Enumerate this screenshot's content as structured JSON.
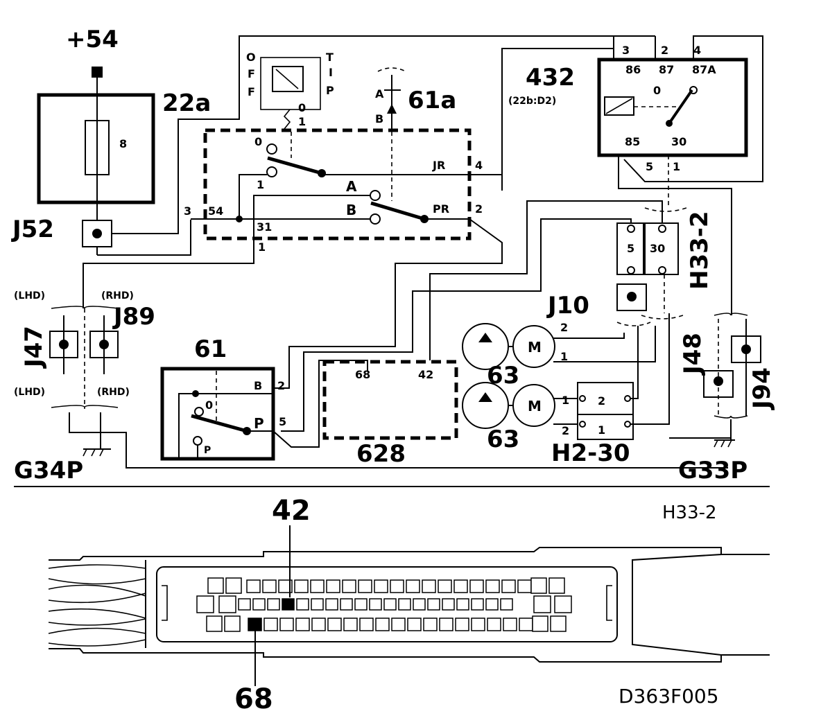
{
  "labels": {
    "plus54": "+54",
    "fuse_box": "22a",
    "fuse_value": "8",
    "j52": "J52",
    "switch_off": "O\nF\nF",
    "switch_tip": "T\nI\nP",
    "switch_0": "0",
    "switch_1": "1",
    "sw_pos_0": "0",
    "sw_pos_1": "1",
    "jr": "JR",
    "jr_pin": "4",
    "pr": "PR",
    "pr_pin": "2",
    "pin_3": "3",
    "pin_54": "54",
    "pin_31": "31",
    "pin_1": "1",
    "a_label": "A",
    "b_label": "B",
    "conn61a_a": "A",
    "conn61a_b": "B",
    "c61a": "61a",
    "relay_id": "432",
    "relay_ref": "(22b:D2)",
    "relay_pin_3": "3",
    "relay_pin_2": "2",
    "relay_pin_4": "4",
    "relay_86": "86",
    "relay_87": "87",
    "relay_87a": "87A",
    "relay_0": "0",
    "relay_85": "85",
    "relay_30": "30",
    "relay_pin_5": "5",
    "relay_pin_1": "1",
    "h33_2_vertical": "H33-2",
    "h33_5": "5",
    "h33_30": "30",
    "j10": "J10",
    "lhd": "(LHD)",
    "rhd": "(RHD)",
    "lhd2": "(LHD)",
    "rhd2": "(RHD)",
    "j47": "J47",
    "j89": "J89",
    "c61": "61",
    "c61_b": "B",
    "c61_b_pin": "2",
    "c61_0": "0",
    "c61_p": "P",
    "c61_p_pin": "5",
    "c61_p2": "P",
    "ecu_68": "68",
    "ecu_42": "42",
    "ecu_id": "628",
    "motor_m1": "M",
    "motor_m2": "M",
    "motor_63a": "63",
    "motor_63b": "63",
    "motor_pin_2": "2",
    "motor_pin_1": "1",
    "motor2_pin_1": "1",
    "motor2_pin_2": "2",
    "h230_2": "2",
    "h230_1": "1",
    "h230": "H2-30",
    "j48": "J48",
    "j94": "J94",
    "g34p": "G34P",
    "g33p": "G33P",
    "connector_title": "H33-2",
    "pin42": "42",
    "pin68": "68",
    "doc_id": "D363F005"
  }
}
